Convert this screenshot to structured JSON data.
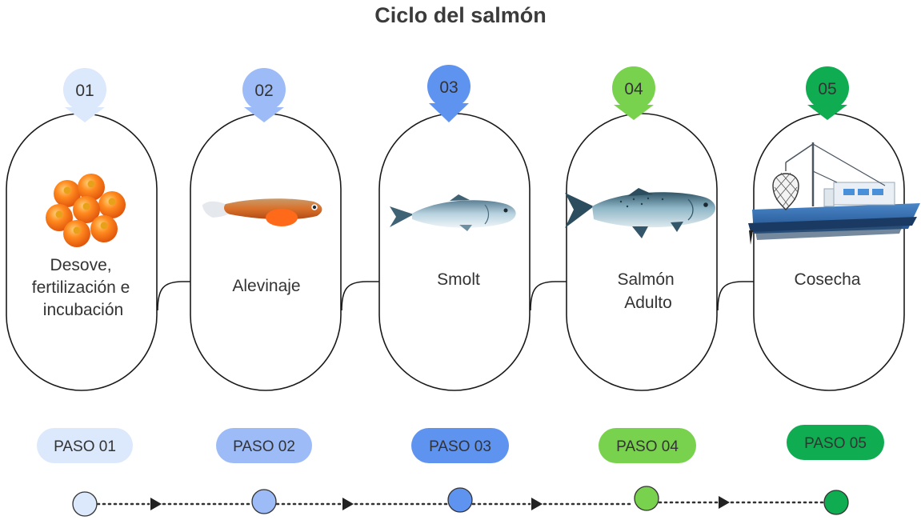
{
  "title": "Ciclo del salmón",
  "colors": {
    "step1": "#dce8fb",
    "step2": "#9dbcf7",
    "step3": "#5f93f0",
    "step4": "#78d24e",
    "step5": "#10ac52",
    "outline": "#1a1a1a",
    "text": "#333333"
  },
  "steps": [
    {
      "number": "01",
      "label_lines": [
        "Desove,",
        "fertilización e",
        "incubación"
      ],
      "badge": "PASO 01",
      "icon": "salmon-eggs-icon"
    },
    {
      "number": "02",
      "label_lines": [
        "Alevinaje"
      ],
      "badge": "PASO 02",
      "icon": "alevin-fish-icon"
    },
    {
      "number": "03",
      "label_lines": [
        "Smolt"
      ],
      "badge": "PASO 03",
      "icon": "smolt-fish-icon"
    },
    {
      "number": "04",
      "label_lines": [
        "Salmón",
        "Adulto"
      ],
      "badge": "PASO 04",
      "icon": "adult-salmon-icon"
    },
    {
      "number": "05",
      "label_lines": [
        "Cosecha"
      ],
      "badge": "PASO 05",
      "icon": "fishing-boat-icon"
    }
  ]
}
